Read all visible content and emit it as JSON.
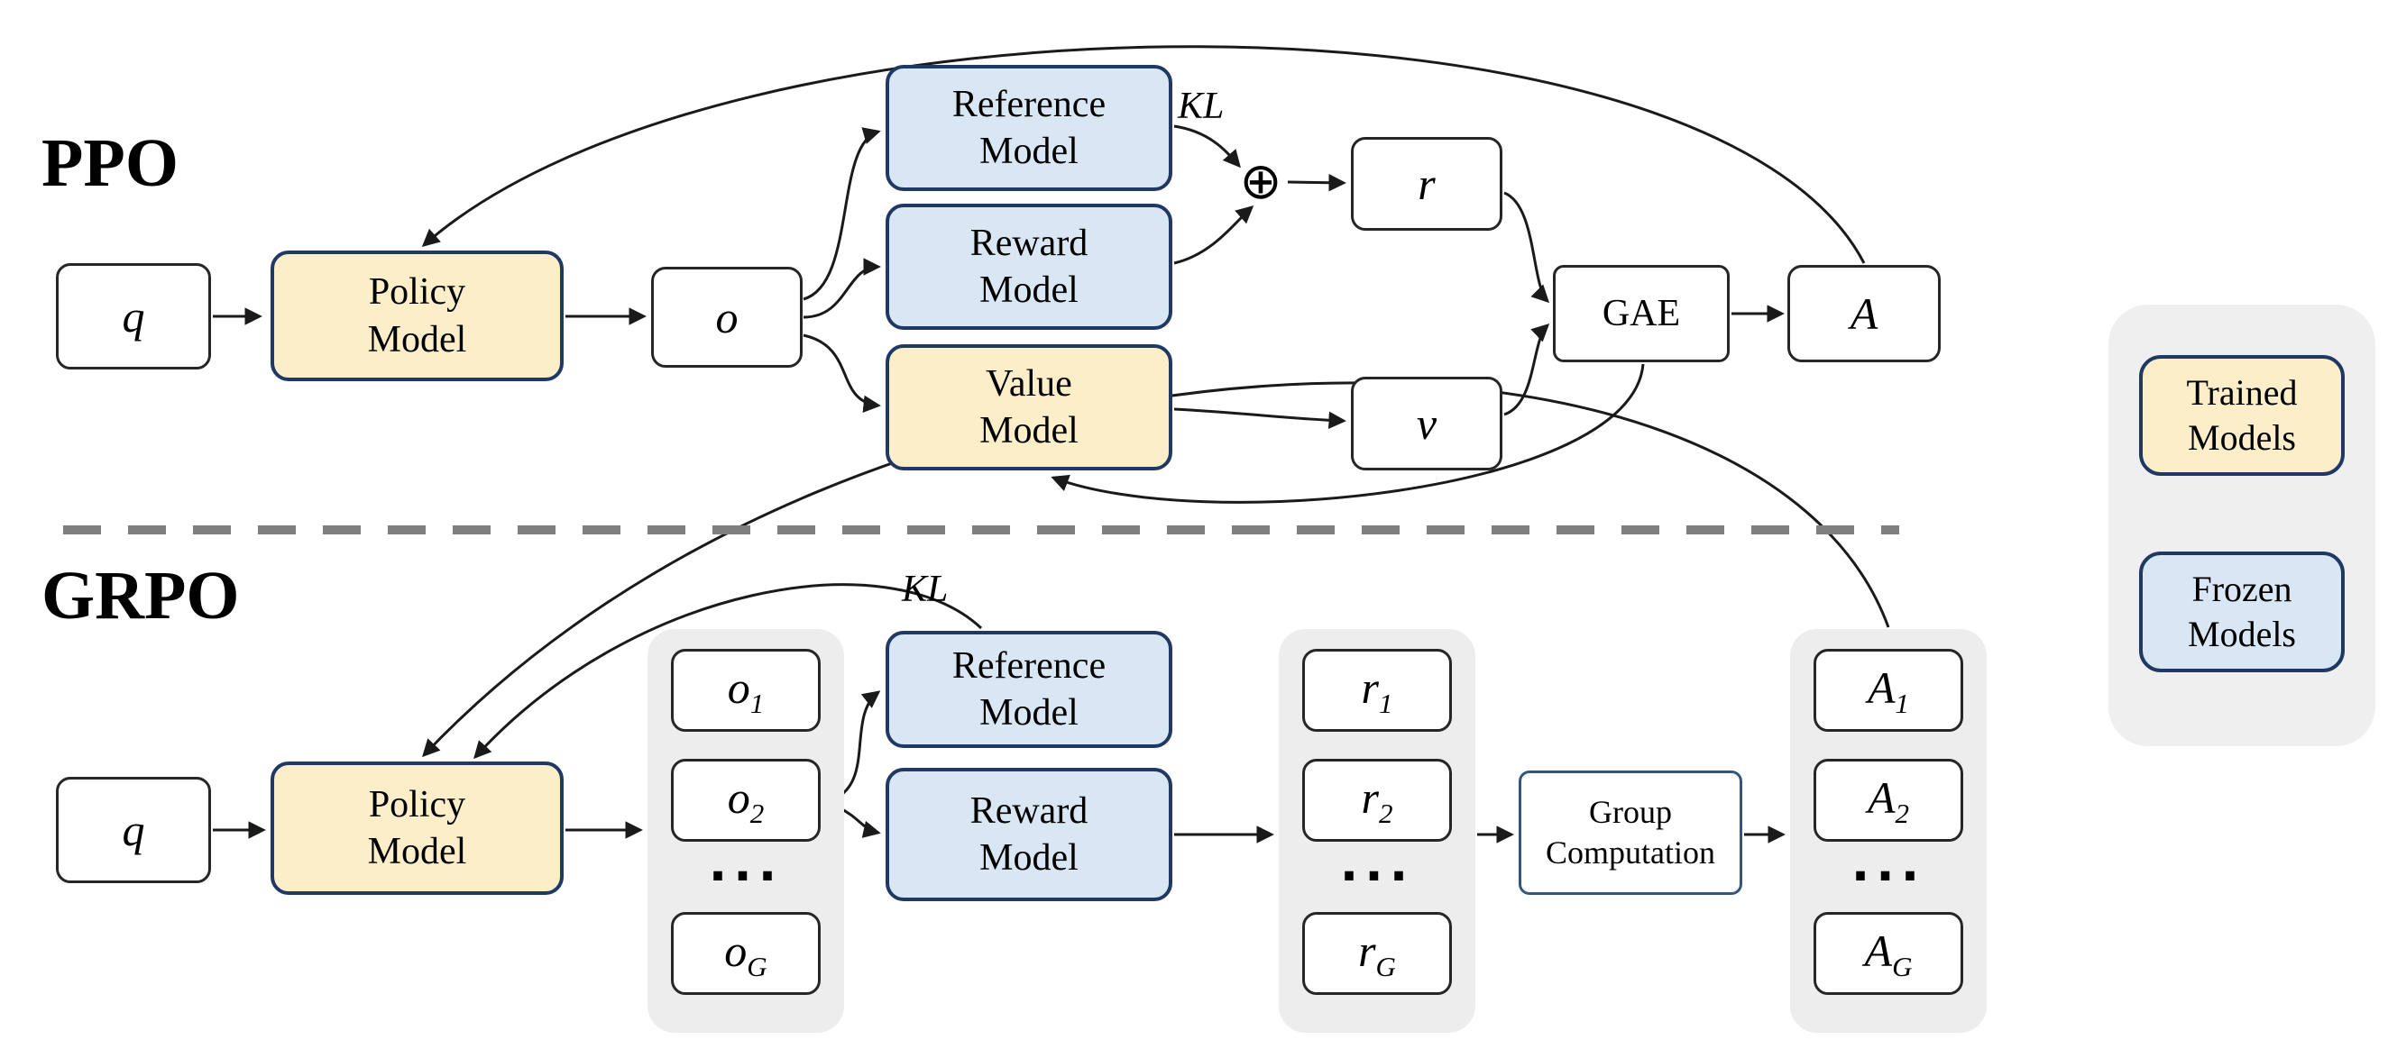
{
  "ppo": {
    "title": "PPO",
    "query": "q",
    "policy_model": "Policy\nModel",
    "output": "o",
    "reference_model": "Reference\nModel",
    "reward_model": "Reward\nModel",
    "value_model": "Value\nModel",
    "kl": "KL",
    "oplus": "⊕",
    "reward": "r",
    "value": "v",
    "gae": "GAE",
    "advantage": "A"
  },
  "grpo": {
    "title": "GRPO",
    "query": "q",
    "policy_model": "Policy\nModel",
    "kl": "KL",
    "reference_model": "Reference\nModel",
    "reward_model": "Reward\nModel",
    "group_computation": "Group\nComputation",
    "dots": "···",
    "outputs": [
      {
        "base": "o",
        "sub": "1"
      },
      {
        "base": "o",
        "sub": "2"
      },
      {
        "base": "o",
        "sub": "G"
      }
    ],
    "rewards": [
      {
        "base": "r",
        "sub": "1"
      },
      {
        "base": "r",
        "sub": "2"
      },
      {
        "base": "r",
        "sub": "G"
      }
    ],
    "advantages": [
      {
        "base": "A",
        "sub": "1"
      },
      {
        "base": "A",
        "sub": "2"
      },
      {
        "base": "A",
        "sub": "G"
      }
    ]
  },
  "legend": {
    "trained": "Trained\nModels",
    "frozen": "Frozen\nModels"
  },
  "colors": {
    "trained_fill": "#FBEEC9",
    "frozen_fill": "#D9E6F3",
    "model_border": "#1F3864",
    "panel_bg": "#EDEDED",
    "divider": "#7F7F7F",
    "arrow": "#1A1A1A"
  }
}
